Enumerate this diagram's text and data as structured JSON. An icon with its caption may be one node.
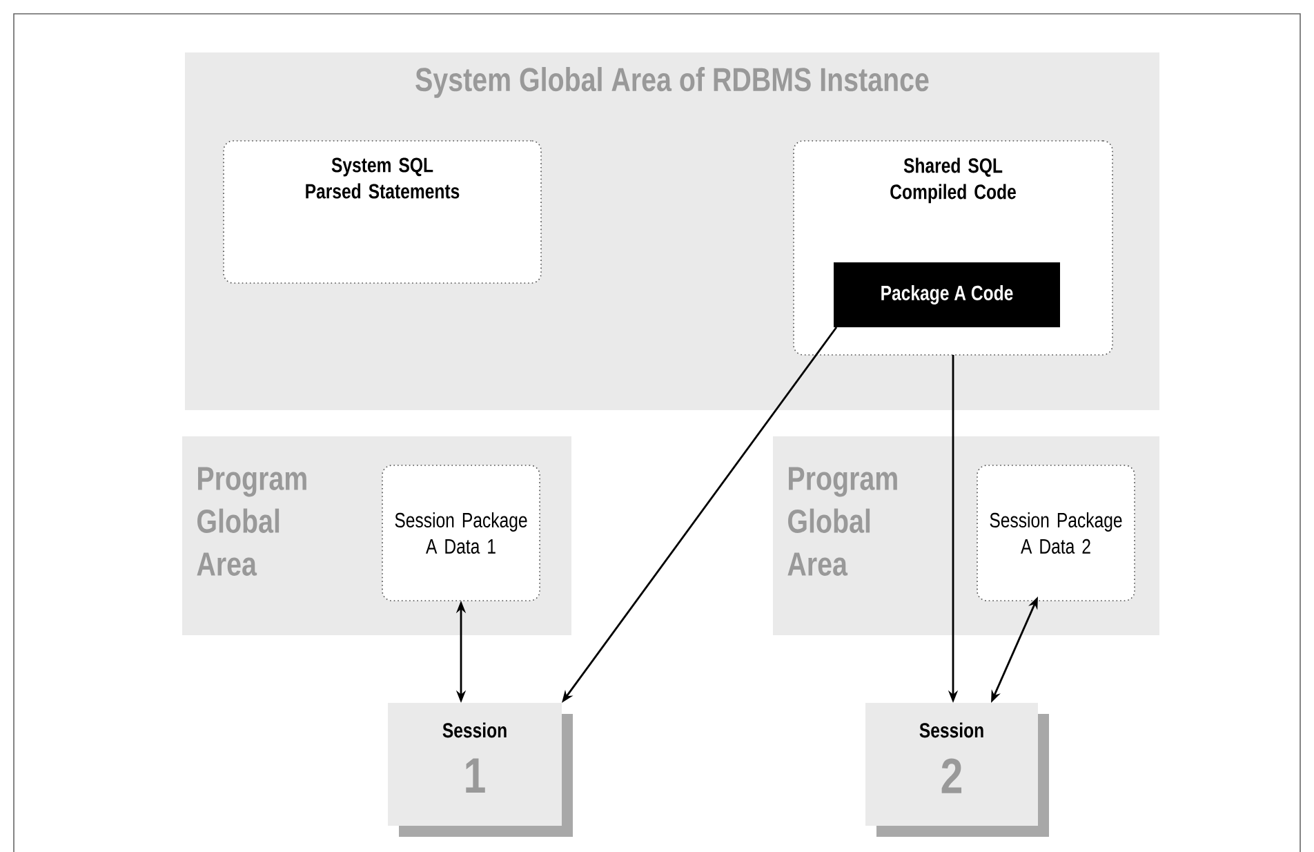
{
  "diagram": {
    "nodes": [
      {
        "text": [
          "System Global Area of RDBMS Instance"
        ]
      },
      {
        "text": [
          "System SQL Parsed Statements"
        ],
        "in": 0
      },
      {
        "text": [
          "Shared SQL Compiled Code"
        ],
        "in": 0
      },
      {
        "text": [
          "Package A Code"
        ],
        "in": 2
      },
      {
        "text": [
          "Program Global Area"
        ]
      },
      {
        "text": [
          "Session Package A Data 1"
        ],
        "in": 4
      },
      {
        "text": [
          "Program Global Area"
        ]
      },
      {
        "text": [
          "Session Package A Data 2"
        ],
        "in": 6
      },
      {
        "text": [
          "Session",
          "1"
        ]
      },
      {
        "text": [
          "Session",
          "2"
        ]
      }
    ],
    "edges": [
      {
        "from": 3,
        "to": 8,
        "arrow": "to"
      },
      {
        "from": 2,
        "to": 9,
        "arrow": "to"
      },
      {
        "from": 5,
        "to": 8,
        "arrow": "both"
      },
      {
        "from": 7,
        "to": 9,
        "arrow": "both"
      }
    ]
  }
}
